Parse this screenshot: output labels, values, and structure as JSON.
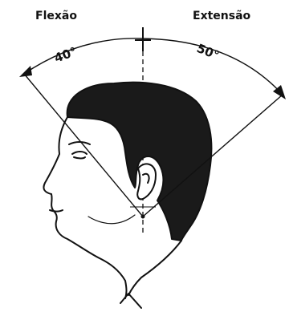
{
  "labels": {
    "flexion": "Flexão",
    "extension": "Extensão"
  },
  "angles": {
    "flexion": "40°",
    "extension": "50°"
  },
  "colors": {
    "ink": "#111111",
    "background": "#ffffff"
  }
}
